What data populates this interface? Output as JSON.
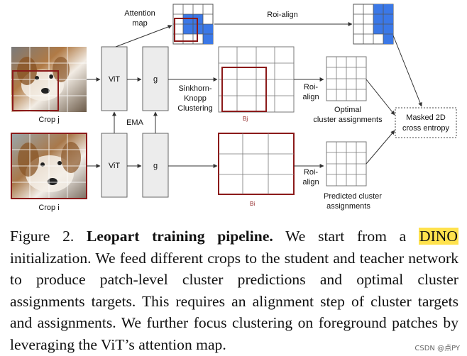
{
  "diagram": {
    "attention_map_label": [
      "Attention",
      "map"
    ],
    "roi_align_top": "Roi-align",
    "vit_label": "ViT",
    "g_label": "g",
    "ema_label": "EMA",
    "sinkhorn_label": [
      "Sinkhorn-",
      "Knopp",
      "Clustering"
    ],
    "roi_align_mid": [
      "Roi-",
      "align"
    ],
    "roi_align_bottom": [
      "Roi-",
      "align"
    ],
    "crop_j_label": "Crop j",
    "crop_i_label": "Crop i",
    "optimal_label": [
      "Optimal",
      "cluster assignments"
    ],
    "predicted_label": [
      "Predicted cluster",
      "assignments"
    ],
    "masked_ce_label": [
      "Masked 2D",
      "cross entropy"
    ],
    "bj_label": "Bj",
    "bi_label": "Bi",
    "colors": {
      "highlight_blue": "#3b78e7",
      "box_red": "#8b1a1a",
      "block_fill": "#ececec"
    }
  },
  "caption": {
    "prefix": "Figure 2.",
    "bold": "Leopart training pipeline.",
    "t1": "We start from a",
    "highlight": "DINO",
    "t2": "initialization. We feed different crops to the student and teacher network to produce patch-level cluster predictions and optimal cluster assignments targets. This requires an alignment step of cluster targets and assignments. We further focus clustering on foreground patches by leveraging the ViT’s attention map."
  },
  "watermark": "CSDN @点PY"
}
